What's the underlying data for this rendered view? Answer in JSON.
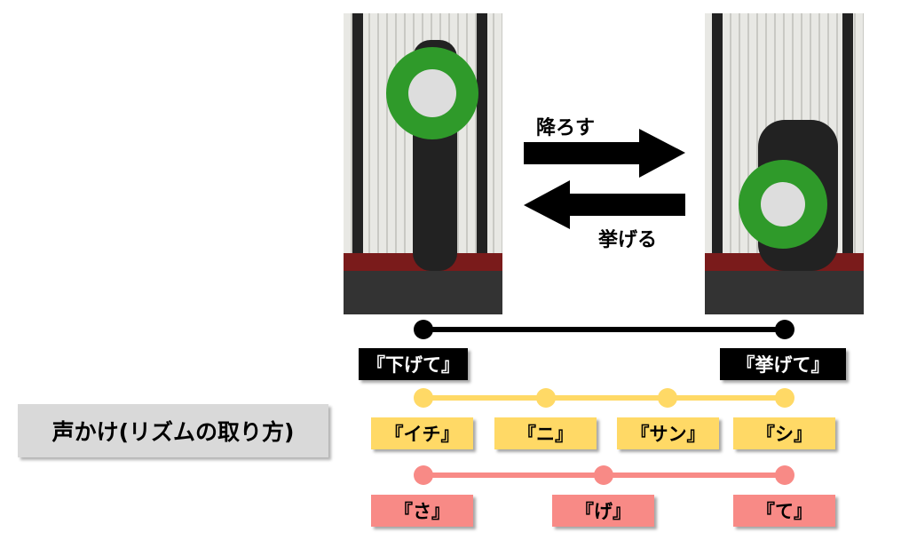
{
  "photos": {
    "left": "standing-barbell-squat-photo",
    "right": "bottom-squat-photo"
  },
  "arrows": {
    "down_label": "降ろす",
    "up_label": "挙げる"
  },
  "side_label": "声かけ(リズムの取り方)",
  "black_row": [
    "『下げて』",
    "『挙げて』"
  ],
  "yellow_row": [
    "『イチ』",
    "『ニ』",
    "『サン』",
    "『シ』"
  ],
  "pink_row": [
    "『さ』",
    "『げ』",
    "『て』"
  ],
  "colors": {
    "black": "#000000",
    "yellow": "#ffd966",
    "pink": "#f88a86",
    "label_bg": "#d9d9d9"
  }
}
